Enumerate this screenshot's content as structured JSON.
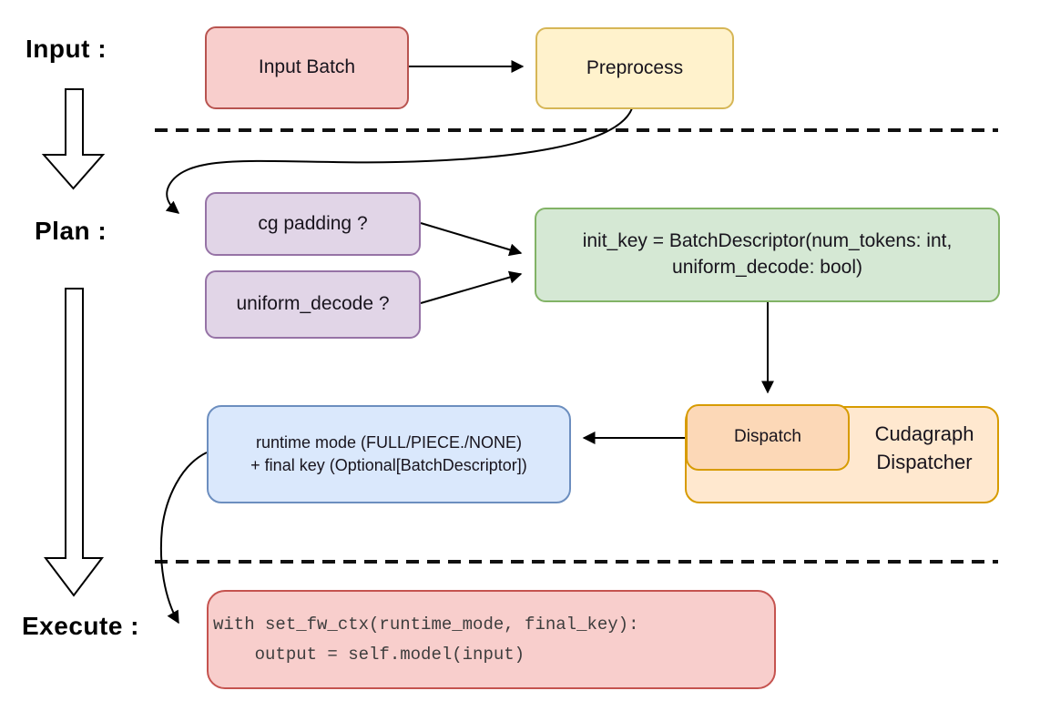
{
  "stages": {
    "input_label": "Input :",
    "plan_label": "Plan :",
    "execute_label": "Execute :"
  },
  "nodes": {
    "input_batch": {
      "label": "Input Batch",
      "fill": "#f8cecc",
      "stroke": "#b85450"
    },
    "preprocess": {
      "label": "Preprocess",
      "fill": "#fff2cc",
      "stroke": "#d6b656"
    },
    "cg_padding": {
      "label": "cg padding ?",
      "fill": "#e1d5e7",
      "stroke": "#9673a6"
    },
    "uniform_decode": {
      "label": "uniform_decode ?",
      "fill": "#e1d5e7",
      "stroke": "#9673a6"
    },
    "init_key": {
      "line1": "init_key = BatchDescriptor(num_tokens: int,",
      "line2": "uniform_decode: bool)",
      "fill": "#d5e8d4",
      "stroke": "#82b366"
    },
    "runtime_result": {
      "line1": "runtime mode (FULL/PIECE./NONE)",
      "line2": "+ final key (Optional[BatchDescriptor])",
      "fill": "#dae8fc",
      "stroke": "#6c8ebf"
    },
    "dispatch": {
      "label": "Dispatch",
      "fill": "#fcd8b7",
      "stroke": "#d79b00"
    },
    "cudagraph_dispatcher": {
      "line1": "Cudagraph",
      "line2": "Dispatcher",
      "fill": "#ffe8cf",
      "stroke": "#d79b00"
    },
    "execute_code": {
      "line1": "with set_fw_ctx(runtime_mode, final_key):",
      "line2": "    output = self.model(input)",
      "fill": "#f8cecc",
      "stroke": "#c5534f"
    }
  },
  "arrow_color": "#000000",
  "divider_color": "#111111"
}
